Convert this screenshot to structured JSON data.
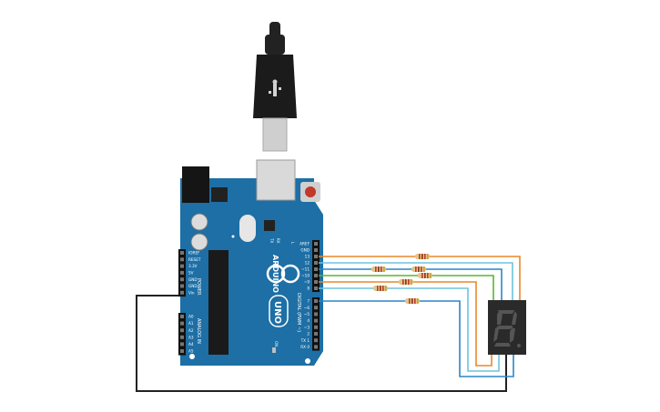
{
  "board": {
    "brand": "ARDUINO",
    "model": "UNO",
    "power_header_title": "POWER",
    "analog_header_title": "ANALOG IN",
    "digital_header_title": "DIGITAL (PWM ~)",
    "tx_led": "TX",
    "rx_led": "RX",
    "l_led": "L",
    "on_led": "ON",
    "power_pins": [
      "IOREF",
      "RESET",
      "3.3V",
      "5V",
      "GND",
      "GND",
      "Vin"
    ],
    "analog_pins": [
      "A0",
      "A1",
      "A2",
      "A3",
      "A4",
      "A5"
    ],
    "digital_top_pins": [
      "AREF",
      "GND",
      "13",
      "12",
      "~11",
      "~10",
      "~9",
      "8"
    ],
    "digital_bottom_pins": [
      "7",
      "~6",
      "~5",
      "4",
      "~3",
      "2",
      "TX 1",
      "RX 0"
    ]
  },
  "display": {
    "digit": "8"
  },
  "colors": {
    "board": "#1d6fa5",
    "wire_orange": "#e8892a",
    "wire_lightblue": "#6ec3dd",
    "wire_green": "#5bb531",
    "wire_blue": "#2a86c8",
    "wire_black": "#222222",
    "display_body": "#2a2a2a",
    "segment_off": "#555555"
  }
}
